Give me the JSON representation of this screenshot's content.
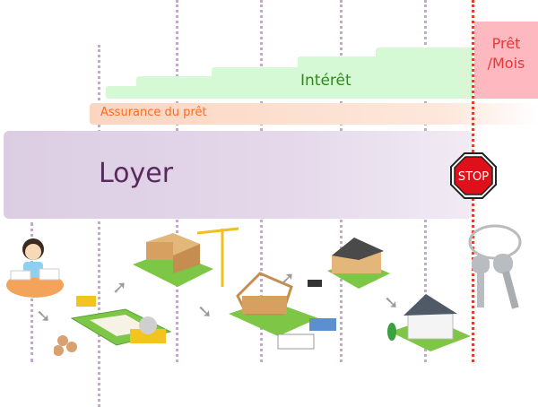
{
  "labels": {
    "interet": "Intérêt",
    "assurance": "Assurance du prêt",
    "loyer": "Loyer",
    "pret_line1": "Prêt",
    "pret_line2": "/Mois",
    "stop_sign": "STOP"
  },
  "colors": {
    "interet": "#d4f9d4",
    "assurance": "#fbd5c0",
    "loyer": "#dccde3",
    "pret": "#fdb8c0",
    "milestone_line": "#ef3b2c"
  }
}
